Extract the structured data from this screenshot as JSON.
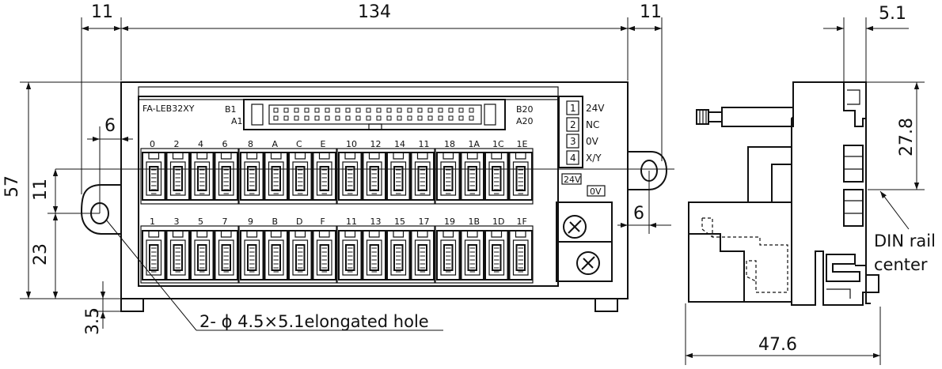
{
  "dimensions": {
    "top_left_margin": "11",
    "top_width": "134",
    "top_right_margin": "11",
    "side_depth_top": "5.1",
    "left_hole_offset": "6",
    "right_hole_offset": "6",
    "total_height": "57",
    "hole_to_centerline": "11",
    "hole_to_bottom": "23",
    "bottom_offset": "3.5",
    "side_height_upper": "27.8",
    "side_depth": "47.6"
  },
  "labels": {
    "model": "FA-LEB32XY",
    "b1": "B1",
    "a1": "A1",
    "b20": "B20",
    "a20": "A20",
    "upper_row": [
      "0",
      "2",
      "4",
      "6",
      "8",
      "A",
      "C",
      "E",
      "10",
      "12",
      "14",
      "11",
      "18",
      "1A",
      "1C",
      "1E"
    ],
    "lower_row": [
      "1",
      "3",
      "5",
      "7",
      "9",
      "B",
      "D",
      "F",
      "11",
      "13",
      "15",
      "17",
      "19",
      "1B",
      "1D",
      "1F"
    ],
    "terminals": [
      {
        "num": "1",
        "name": "24V"
      },
      {
        "num": "2",
        "name": "NC"
      },
      {
        "num": "3",
        "name": "0V"
      },
      {
        "num": "4",
        "name": "X/Y"
      }
    ],
    "tag_24v": "24V",
    "tag_0v": "0V"
  },
  "notes": {
    "hole_note": "2- ϕ 4.5×5.1elongated hole",
    "din_line1": "DIN rail",
    "din_line2": "center"
  }
}
